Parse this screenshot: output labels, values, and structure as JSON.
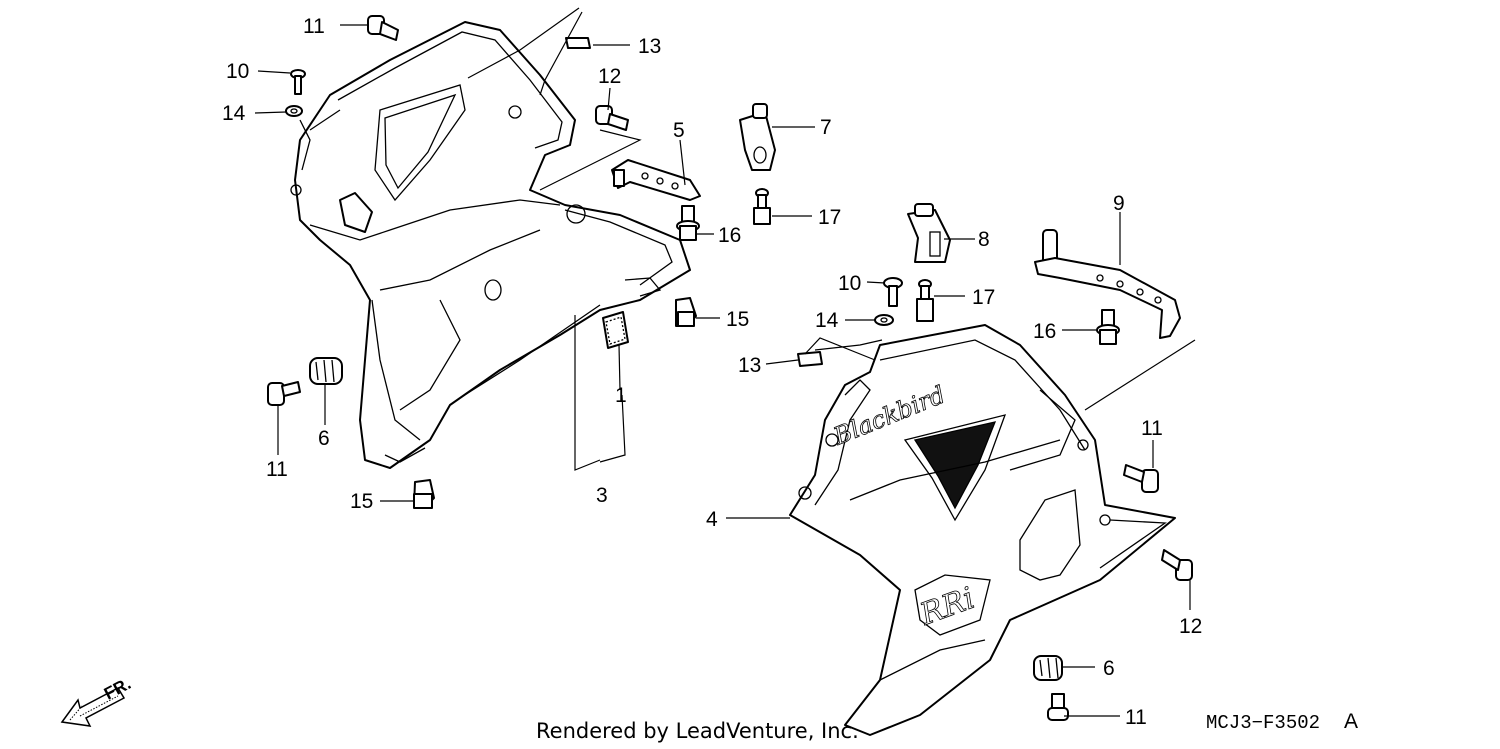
{
  "diagram": {
    "callouts": {
      "c11a": "11",
      "c13a": "13",
      "c10a": "10",
      "c14a": "14",
      "c12a": "12",
      "c5": "5",
      "c7": "7",
      "c17a": "17",
      "c16a": "16",
      "c9": "9",
      "c8": "8",
      "c10b": "10",
      "c17b": "17",
      "c14b": "14",
      "c15a": "15",
      "c16b": "16",
      "c13b": "13",
      "c1": "1",
      "c6a": "6",
      "c11b": "11",
      "c11c": "11",
      "c3": "3",
      "c15b": "15",
      "c4": "4",
      "c12b": "12",
      "c6b": "6",
      "c11d": "11"
    },
    "footer": "Rendered by LeadVenture, Inc.",
    "code": "MCJ3−F3502",
    "code_suffix": "A",
    "front_label": "FR."
  }
}
